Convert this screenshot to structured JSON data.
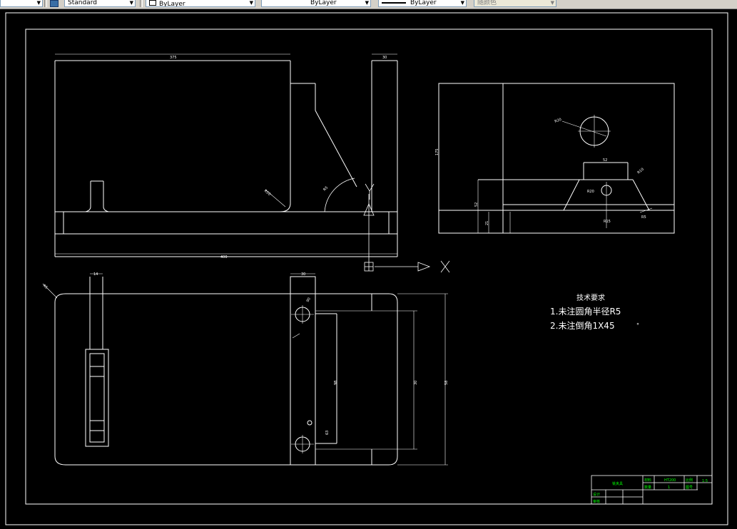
{
  "toolbar": {
    "text_style": "Standard",
    "layer_combo": "ByLayer",
    "linetype_combo": "ByLayer",
    "lineweight_combo": "ByLayer",
    "color_combo": "随颜色"
  },
  "dims": {
    "d375": "375",
    "d30_top": "30",
    "d400": "400",
    "d14": "14",
    "d30_mid": "30",
    "r5_left": "R5",
    "r10": "R10",
    "r5_angle": "R5",
    "r20": "R20",
    "d52": "52",
    "r10_side": "R10",
    "d175": "175",
    "d52_side": "52",
    "d21_side": "21",
    "r20_top": "R20",
    "r15_side": "R15",
    "r5_plan": "R5",
    "d98": "98",
    "d30_plan": "30",
    "d58": "58",
    "d63": "63",
    "d90": "90"
  },
  "notes": {
    "title": "技术要求",
    "line1": "1.未注圆角半径R5",
    "line2": "2.未注倒角1X45",
    "degree": "°"
  },
  "ucs": {
    "x": "X",
    "y": "Y"
  },
  "title_block": {
    "name": "铣夹具",
    "material_label": "材料",
    "material": "HT200",
    "scale_label": "比例",
    "scale": "1:5",
    "qty_label": "数量",
    "qty": "1",
    "drawing_label": "图号",
    "design_label": "设计",
    "check_label": "审核"
  },
  "colors": {
    "line": "#ffffff",
    "note": "#ffffff",
    "title_green": "#00ff00",
    "background": "#000000"
  }
}
